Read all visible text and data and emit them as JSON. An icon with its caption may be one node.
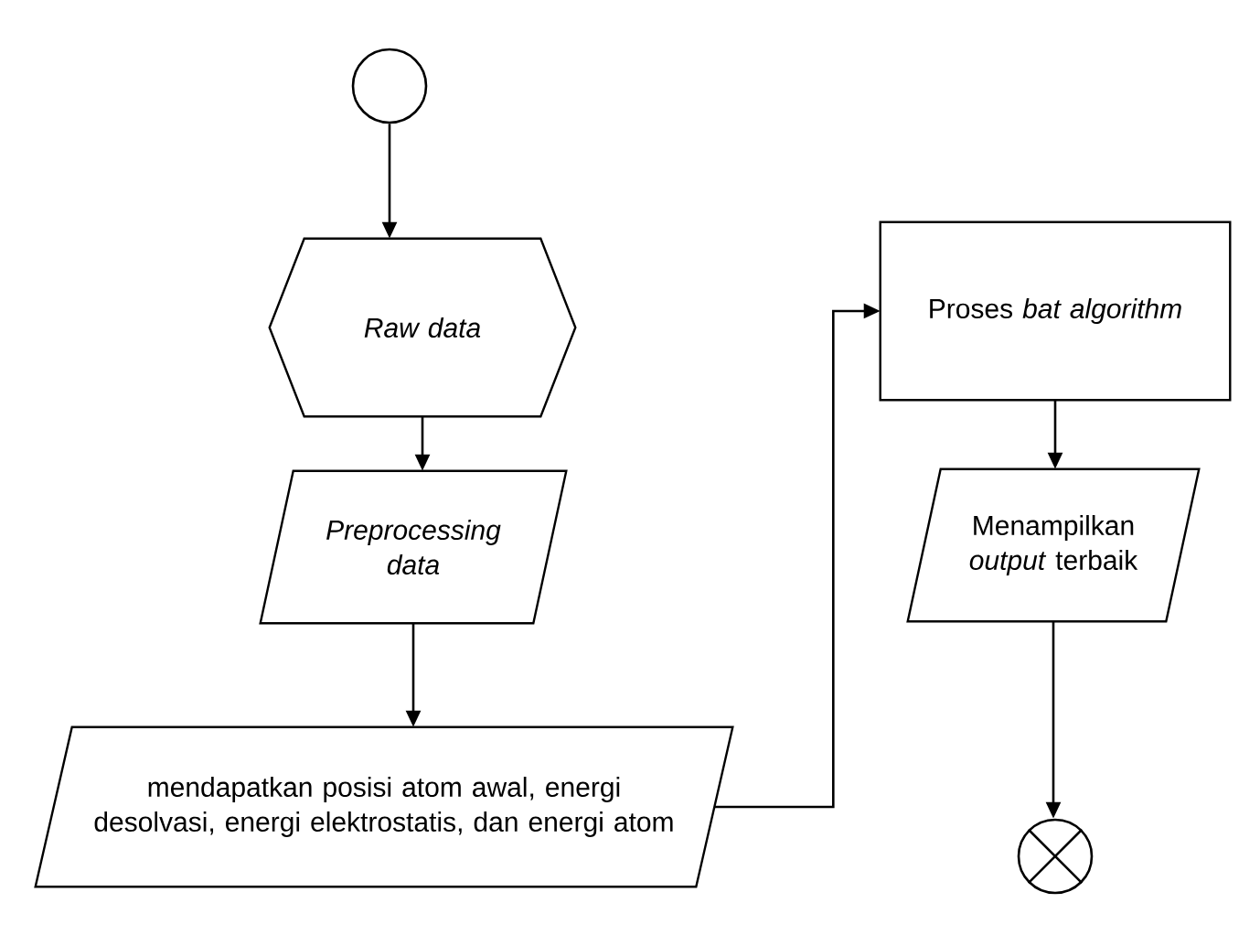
{
  "diagram": {
    "nodes": [
      {
        "text": [],
        "shape": "circle"
      },
      {
        "text": [
          "Raw data"
        ]
      },
      {
        "text": [
          "Preprocessing data"
        ]
      },
      {
        "text": [
          "mendapatkan posisi atom awal, energi desolvasi, energi elektrostatis, dan energi atom"
        ]
      },
      {
        "text": [
          "Proses *bat algorithm*"
        ]
      },
      {
        "text": [
          "Menampilkan *output* terbaik"
        ]
      },
      {
        "text": [],
        "shape": "cross"
      }
    ],
    "edges": [
      {
        "from": 0,
        "to": 1,
        "arrow": "to"
      },
      {
        "from": 1,
        "to": 2,
        "arrow": "to"
      },
      {
        "from": 2,
        "to": 3,
        "arrow": "to"
      },
      {
        "from": 3,
        "to": 4,
        "arrow": "to"
      },
      {
        "from": 4,
        "to": 5,
        "arrow": "to"
      },
      {
        "from": 5,
        "to": 6,
        "arrow": "to"
      }
    ]
  }
}
